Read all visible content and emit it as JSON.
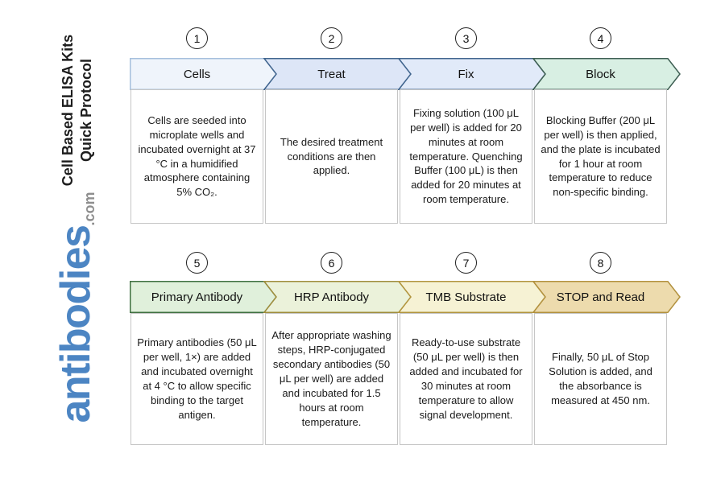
{
  "sidebar": {
    "title_line1": "Cell Based ELISA Kits",
    "title_line2": "Quick Protocol",
    "logo_text": "antibodies",
    "logo_suffix": ".com",
    "logo_color": "#4c85c3",
    "logo_suffix_color": "#8e8e8e"
  },
  "steps": [
    {
      "number": "1",
      "label": "Cells",
      "fill": "#eff4fb",
      "stroke": "#a6c0dd",
      "description": "Cells are seeded into microplate wells and incubated overnight at 37 °C in a humidified atmosphere containing 5% CO₂."
    },
    {
      "number": "2",
      "label": "Treat",
      "fill": "#dde6f7",
      "stroke": "#41658e",
      "description": "The desired treatment conditions are then applied."
    },
    {
      "number": "3",
      "label": "Fix",
      "fill": "#e1eaf9",
      "stroke": "#41658e",
      "description": "Fixing solution (100 μL per well) is added for 20 minutes at room temperature. Quenching Buffer (100 μL) is then added for 20 minutes at room temperature."
    },
    {
      "number": "4",
      "label": "Block",
      "fill": "#d8efe3",
      "stroke": "#3e5f53",
      "description": "Blocking Buffer (200 μL per well) is then applied, and the plate is incubated for 1 hour at room temperature to reduce non-specific binding."
    },
    {
      "number": "5",
      "label": "Primary Antibody",
      "fill": "#e0f0db",
      "stroke": "#3f7040",
      "description": "Primary antibodies (50 μL per well, 1×) are added and incubated overnight at 4 °C to allow specific binding to the target antigen."
    },
    {
      "number": "6",
      "label": "HRP Antibody",
      "fill": "#ebf2da",
      "stroke": "#9f8d3c",
      "description": "After appropriate washing steps, HRP-conjugated secondary antibodies (50 μL per well) are added and incubated for 1.5 hours at room temperature."
    },
    {
      "number": "7",
      "label": "TMB Substrate",
      "fill": "#f6f2d4",
      "stroke": "#b2953e",
      "description": "Ready-to-use substrate (50 μL per well) is then added and incubated for 30 minutes at room temperature to allow signal development."
    },
    {
      "number": "8",
      "label": "STOP and Read",
      "fill": "#eddbad",
      "stroke": "#b2913e",
      "description": "Finally, 50 μL of Stop Solution is added, and the absorbance is measured at 450 nm."
    }
  ]
}
